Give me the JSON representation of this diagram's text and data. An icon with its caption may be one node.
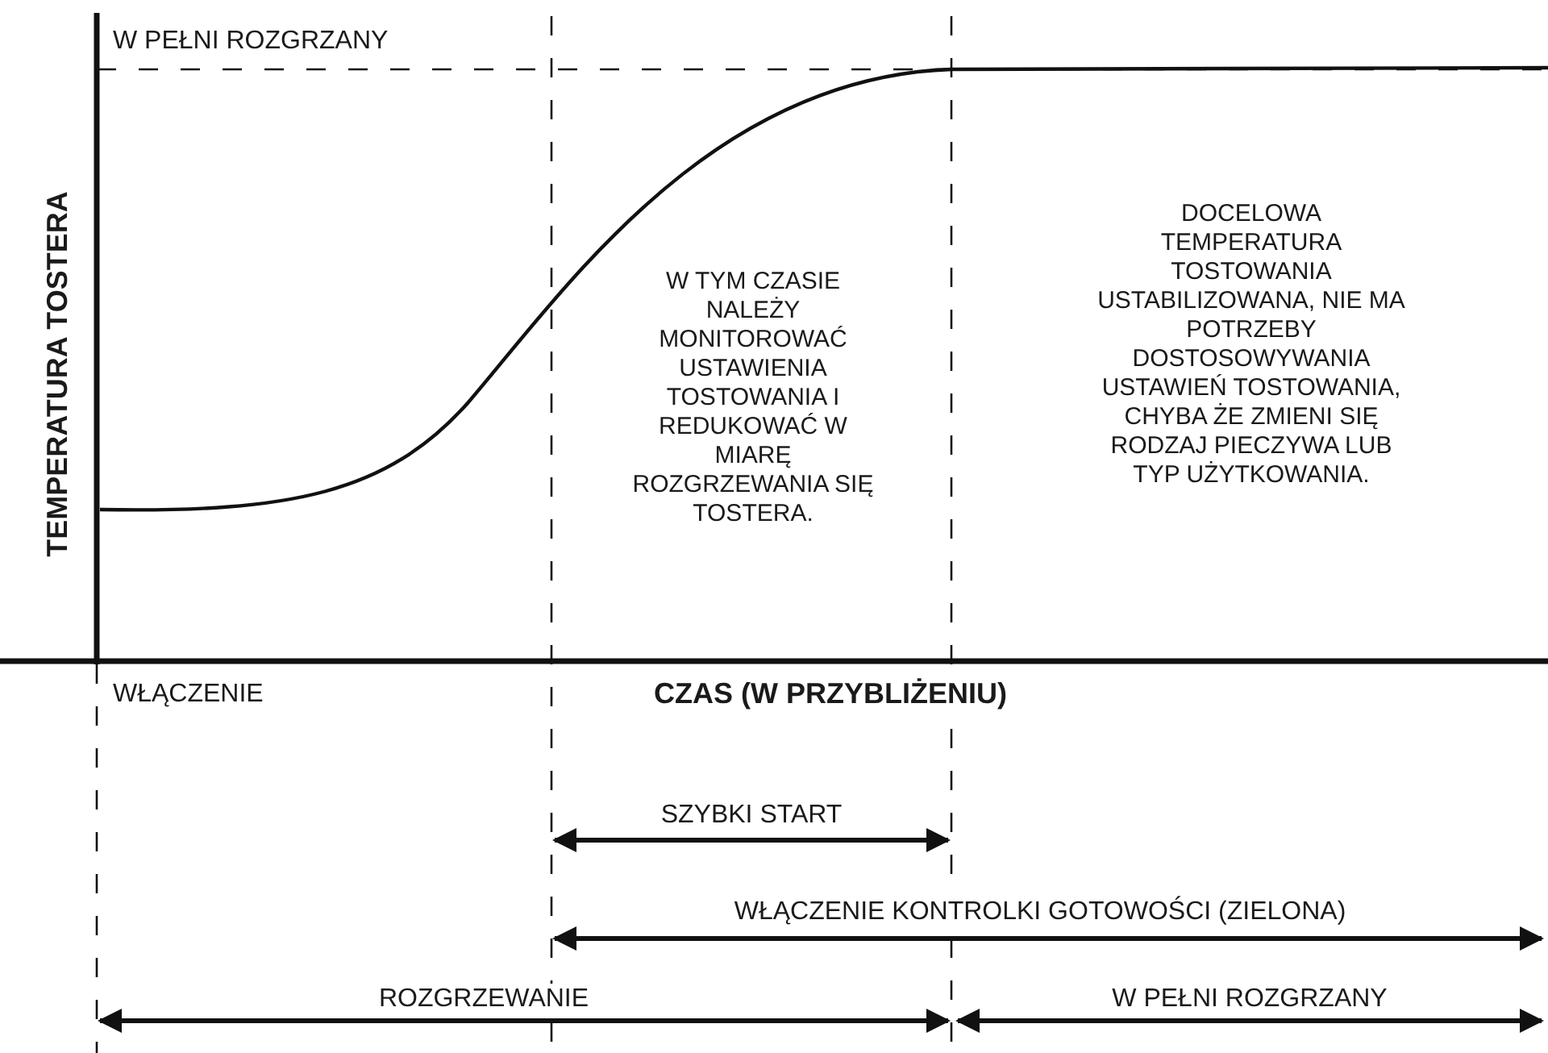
{
  "diagram": {
    "labels": [
      "W PEŁNI ROZGRZANY",
      "TEMPERATURA TOSTERA",
      "WŁĄCZENIE",
      "CZAS (W PRZYBLIŻENIU)",
      "W TYM CZASIE NALEŻY MONITOROWAĆ USTAWIENIA TOSTOWANIA I REDUKOWAĆ W MIARĘ ROZGRZEWANIA SIĘ TOSTERA.",
      "DOCELOWA TEMPERATURA TOSTOWANIA USTABILIZOWANA, NIE MA POTRZEBY DOSTOSOWYWANIA USTAWIEŃ TOSTOWANIA, CHYBA ŻE ZMIENI SIĘ RODZAJ PIECZYWA LUB TYP UŻYTKOWANIA.",
      "SZYBKI START",
      "WŁĄCZENIE KONTROLKI GOTOWOŚCI (ZIELONA)",
      "ROZGRZEWANIE",
      "W PEŁNI ROZGRZANY"
    ]
  }
}
